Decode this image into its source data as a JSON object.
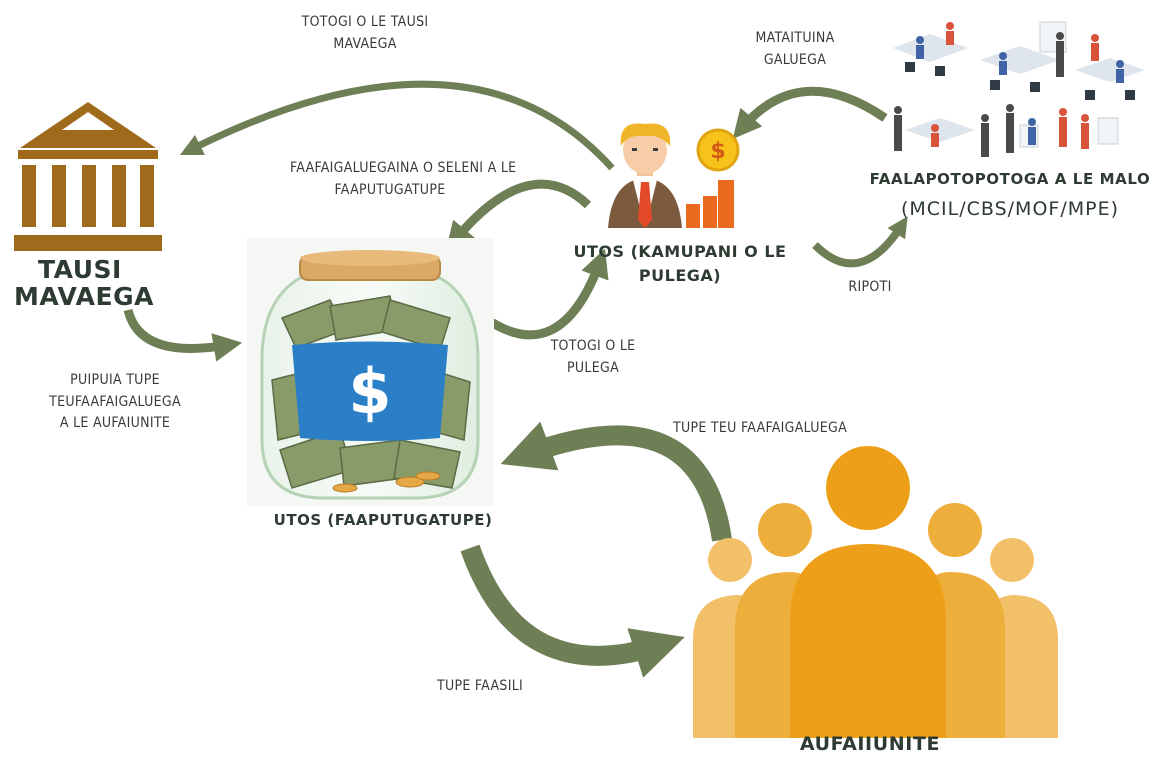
{
  "nodes": {
    "treasury": {
      "line1": "TAUSI",
      "line2": "MAVAEGA"
    },
    "utos_company": {
      "line1": "UTOS (KAMUPANI O LE",
      "line2": "PULEGA)"
    },
    "ministries": {
      "title": "FAALAPOTOPOTOGA A LE MALO",
      "subtitle": "(MCIL/CBS/MOF/MPE)"
    },
    "fund": {
      "label": "UTOS (FAAPUTUGATUPE)"
    },
    "members": {
      "label": "AUFAIIUNITE"
    }
  },
  "flows": {
    "mgmt_fee_to_treasury": {
      "line1": "TOTOGI O LE TAUSI",
      "line2": "MAVAEGA"
    },
    "compliance_work": {
      "line1": "MATAITUINA",
      "line2": "GALUEGA"
    },
    "salary_deduction": {
      "line1": "FAAFAIGALUEGAINA O SELENI A LE",
      "line2": "FAAPUTUGATUPE"
    },
    "company_fee": {
      "line1": "TOTOGI O LE",
      "line2": "PULEGA"
    },
    "reports": {
      "label": "RIPOTI"
    },
    "employer_subsidy": {
      "line1": "PUIPUIA TUPE",
      "line2": "TEUFAAFAIGALUEGA",
      "line3": "A LE AUFAIUNITE"
    },
    "member_investment": {
      "label": "TUPE TEU FAAFAIGALUEGA"
    },
    "cash_out": {
      "label": "TUPE FAASILI"
    }
  },
  "icons": {
    "treasury": "bank-building-icon",
    "manager": "businessman-icon",
    "coin": "dollar-coin-icon",
    "office": "office-meeting-icon",
    "jar": "money-jar-icon",
    "dollar_sign": "$",
    "members": "people-group-icon"
  },
  "colors": {
    "arrow": "#6e7e55",
    "treasury_brown": "#a06a1c",
    "members_orange": "#ed9f19",
    "coin_yellow": "#f7c21a",
    "bar_orange": "#ea6a1e",
    "jar_label_blue": "#2b7fc7"
  }
}
